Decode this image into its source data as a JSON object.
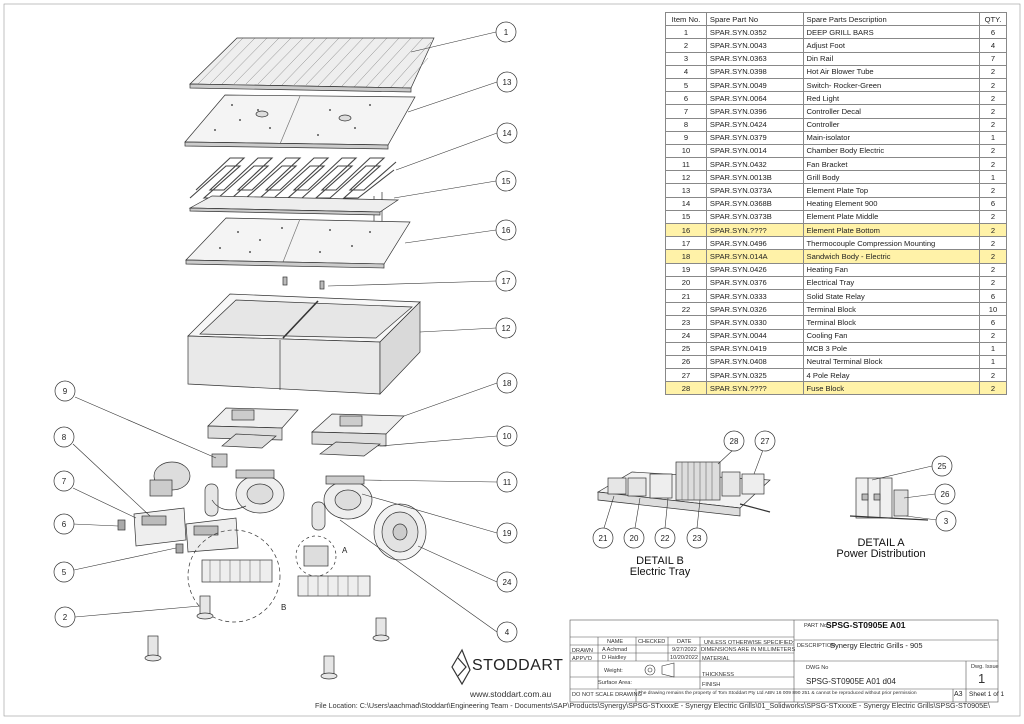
{
  "bom": {
    "headers": [
      "Item No.",
      "Spare Part No",
      "Spare Parts Description",
      "QTY."
    ],
    "rows": [
      {
        "item": "1",
        "part": "SPAR.SYN.0352",
        "desc": "DEEP GRILL BARS",
        "qty": "6",
        "highlight": false
      },
      {
        "item": "2",
        "part": "SPAR.SYN.0043",
        "desc": "Adjust Foot",
        "qty": "4",
        "highlight": false
      },
      {
        "item": "3",
        "part": "SPAR.SYN.0363",
        "desc": "Din Rail",
        "qty": "7",
        "highlight": false
      },
      {
        "item": "4",
        "part": "SPAR.SYN.0398",
        "desc": "Hot Air Blower Tube",
        "qty": "2",
        "highlight": false
      },
      {
        "item": "5",
        "part": "SPAR.SYN.0049",
        "desc": "Switch- Rocker-Green",
        "qty": "2",
        "highlight": false
      },
      {
        "item": "6",
        "part": "SPAR.SYN.0064",
        "desc": "Red Light",
        "qty": "2",
        "highlight": false
      },
      {
        "item": "7",
        "part": "SPAR.SYN.0396",
        "desc": "Controller Decal",
        "qty": "2",
        "highlight": false
      },
      {
        "item": "8",
        "part": "SPAR.SYN.0424",
        "desc": "Controller",
        "qty": "2",
        "highlight": false
      },
      {
        "item": "9",
        "part": "SPAR.SYN.0379",
        "desc": "Main-isolator",
        "qty": "1",
        "highlight": false
      },
      {
        "item": "10",
        "part": "SPAR.SYN.0014",
        "desc": "Chamber Body Electric",
        "qty": "2",
        "highlight": false
      },
      {
        "item": "11",
        "part": "SPAR.SYN.0432",
        "desc": "Fan Bracket",
        "qty": "2",
        "highlight": false
      },
      {
        "item": "12",
        "part": "SPAR.SYN.0013B",
        "desc": "Grill Body",
        "qty": "1",
        "highlight": false
      },
      {
        "item": "13",
        "part": "SPAR.SYN.0373A",
        "desc": "Element Plate Top",
        "qty": "2",
        "highlight": false
      },
      {
        "item": "14",
        "part": "SPAR.SYN.0368B",
        "desc": "Heating Element 900",
        "qty": "6",
        "highlight": false
      },
      {
        "item": "15",
        "part": "SPAR.SYN.0373B",
        "desc": "Element Plate Middle",
        "qty": "2",
        "highlight": false
      },
      {
        "item": "16",
        "part": "SPAR.SYN.????",
        "desc": "Element Plate Bottom",
        "qty": "2",
        "highlight": true
      },
      {
        "item": "17",
        "part": "SPAR.SYN.0496",
        "desc": "Thermocouple Compression Mounting",
        "qty": "2",
        "highlight": false
      },
      {
        "item": "18",
        "part": "SPAR.SYN.014A",
        "desc": "Sandwich Body - Electric",
        "qty": "2",
        "highlight": true
      },
      {
        "item": "19",
        "part": "SPAR.SYN.0426",
        "desc": "Heating Fan",
        "qty": "2",
        "highlight": false
      },
      {
        "item": "20",
        "part": "SPAR.SYN.0376",
        "desc": "Electrical Tray",
        "qty": "2",
        "highlight": false
      },
      {
        "item": "21",
        "part": "SPAR.SYN.0333",
        "desc": "Solid State Relay",
        "qty": "6",
        "highlight": false
      },
      {
        "item": "22",
        "part": "SPAR.SYN.0326",
        "desc": "Terminal Block",
        "qty": "10",
        "highlight": false
      },
      {
        "item": "23",
        "part": "SPAR.SYN.0330",
        "desc": "Terminal Block",
        "qty": "6",
        "highlight": false
      },
      {
        "item": "24",
        "part": "SPAR.SYN.0044",
        "desc": "Cooling Fan",
        "qty": "2",
        "highlight": false
      },
      {
        "item": "25",
        "part": "SPAR.SYN.0419",
        "desc": "MCB 3 Pole",
        "qty": "1",
        "highlight": false
      },
      {
        "item": "26",
        "part": "SPAR.SYN.0408",
        "desc": "Neutral Terminal Block",
        "qty": "1",
        "highlight": false
      },
      {
        "item": "27",
        "part": "SPAR.SYN.0325",
        "desc": "4 Pole Relay",
        "qty": "2",
        "highlight": false
      },
      {
        "item": "28",
        "part": "SPAR.SYN.????",
        "desc": "Fuse Block",
        "qty": "2",
        "highlight": true
      }
    ]
  },
  "colors": {
    "highlight": "#fff2a8",
    "line": "#333333",
    "table_border": "#888888"
  },
  "balloons": {
    "b1": "1",
    "b2": "2",
    "b3": "3",
    "b4": "4",
    "b5": "5",
    "b6": "6",
    "b7": "7",
    "b8": "8",
    "b9": "9",
    "b10": "10",
    "b11": "11",
    "b12": "12",
    "b13": "13",
    "b14": "14",
    "b15": "15",
    "b16": "16",
    "b17": "17",
    "b18": "18",
    "b19": "19",
    "b20": "20",
    "b21": "21",
    "b22": "22",
    "b23": "23",
    "b24": "24",
    "b25": "25",
    "b26": "26",
    "b27": "27",
    "b28": "28"
  },
  "detail_labels": {
    "callout_a": "A",
    "callout_b": "B"
  },
  "details": {
    "b_line1": "DETAIL B",
    "b_line2": "Electric Tray",
    "a_line1": "DETAIL A",
    "a_line2": "Power Distribution"
  },
  "title_block": {
    "part_no_label": "PART No",
    "part_no": "SPSG-ST0905E A01",
    "description_label": "DESCRIPTION",
    "description": "Synergy Electric Grills - 905",
    "name_header": "NAME",
    "checked_header": "CHECKED",
    "date_header": "DATE",
    "drawn_label": "DRAWN",
    "drawn_name": "A Achmad",
    "drawn_date": "9/27/2022",
    "approved_label": "APPV'D",
    "approved_name": "D Haidley",
    "approved_date": "10/20/2022",
    "weight_label": "Weight:",
    "surface_label": "Surface Area:",
    "tolerance_note_1": "UNLESS OTHERWISE SPECIFIED:",
    "tolerance_note_2": "DIMENSIONS ARE IN MILLIMETERS",
    "material_label": "MATERIAL",
    "thickness_label": "THICKNESS",
    "finish_label": "FINISH",
    "no_scale": "DO NOT SCALE DRAWING",
    "property_note": "The drawing remains the property of Tom Stoddart Pty Ltd ABN 16 009 890 251 & cannot be reproduced without prior permission",
    "dwg_no_label": "DWG No",
    "dwg_no": "SPSG-ST0905E A01 d04",
    "dwg_issue_label": "Dwg. Issue",
    "dwg_issue": "1",
    "size": "A3",
    "sheet": "Sheet 1 of 1"
  },
  "brand": {
    "name": "STODDART",
    "website": "www.stoddart.com.au"
  },
  "file_location": "File Location: C:\\Users\\aachmad\\Stoddart\\Engineering Team - Documents\\SAP\\Products\\Synergy\\SPSG-STxxxxE - Synergy Electric Grills\\01_Solidworks\\SPSG-STxxxxE - Synergy Electric Grills\\SPSG-ST0905E\\"
}
